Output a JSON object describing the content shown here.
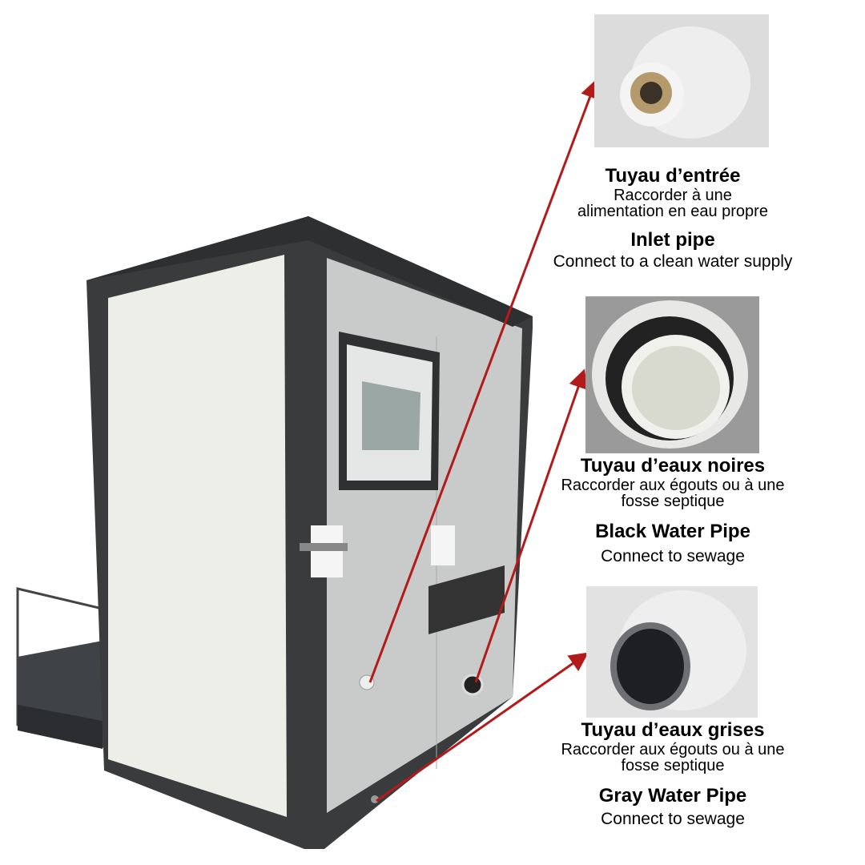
{
  "callouts": [
    {
      "title_fr": "Tuyau d’entrée",
      "desc_fr_1": "Raccorder à une",
      "desc_fr_2": "alimentation en eau propre",
      "title_en": "Inlet pipe",
      "desc_en": "Connect to a clean water supply"
    },
    {
      "title_fr": "Tuyau d’eaux noires",
      "desc_fr_1": "Raccorder aux égouts ou à une",
      "desc_fr_2": "fosse septique",
      "title_en": "Black Water Pipe",
      "desc_en": "Connect to sewage"
    },
    {
      "title_fr": "Tuyau d’eaux grises",
      "desc_fr_1": "Raccorder aux égouts ou à une",
      "desc_fr_2": "fosse septique",
      "title_en": "Gray Water Pipe",
      "desc_en": "Connect to sewage"
    }
  ],
  "colors": {
    "arrow": "#b31b1b",
    "frame": "#3a3b3d",
    "panel_left": "#eeeee8",
    "panel_right": "#c9cbcb"
  }
}
